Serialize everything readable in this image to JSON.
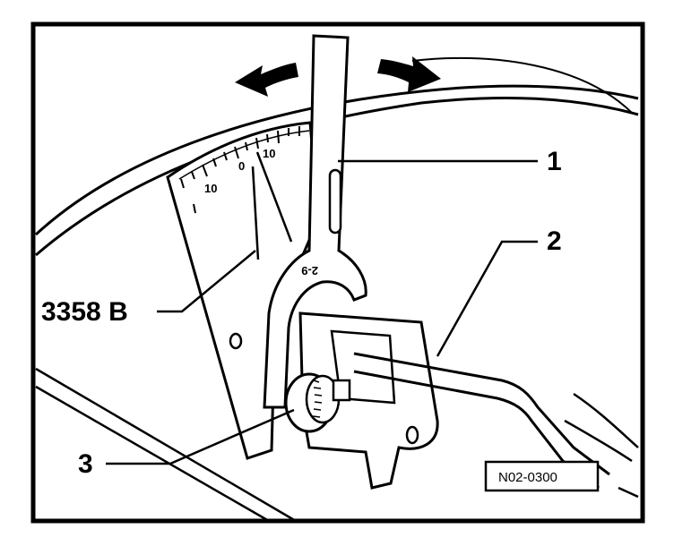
{
  "figure": {
    "callouts": {
      "c1": "1",
      "c2": "2",
      "c3": "3",
      "tool": "3358 B"
    },
    "scale": {
      "left_10": "10",
      "zero": "0",
      "right_10": "10"
    },
    "wrench_mark": "2-9",
    "reference_box": "N02-0300",
    "arrows": [
      "arrow-left",
      "arrow-right"
    ]
  }
}
